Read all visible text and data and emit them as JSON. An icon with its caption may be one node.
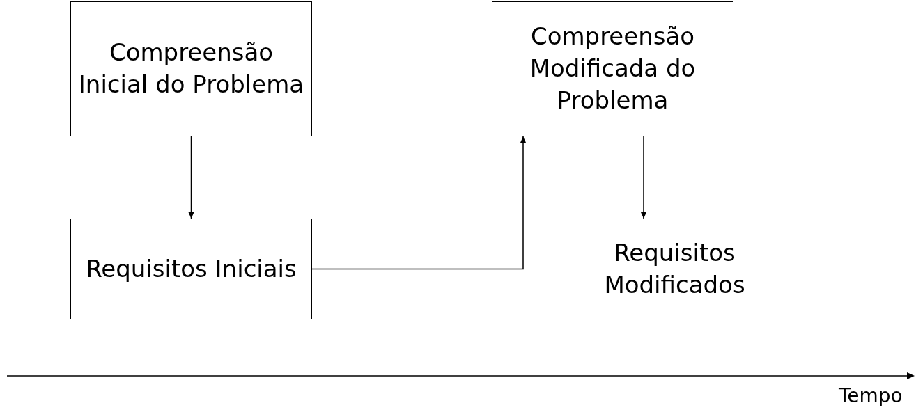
{
  "diagram": {
    "nodes": [
      {
        "text": [
          "Compreensão Inicial do Problema"
        ]
      },
      {
        "text": [
          "Requisitos Iniciais"
        ]
      },
      {
        "text": [
          "Compreensão Modificada do Problema"
        ]
      },
      {
        "text": [
          "Requisitos Modificados"
        ]
      }
    ],
    "edges": [
      {
        "from": 0,
        "to": 1,
        "arrow": "to"
      },
      {
        "from": 1,
        "to": 2,
        "arrow": "to"
      },
      {
        "from": 2,
        "to": 3,
        "arrow": "to"
      }
    ],
    "labels": [
      "Tempo"
    ]
  }
}
